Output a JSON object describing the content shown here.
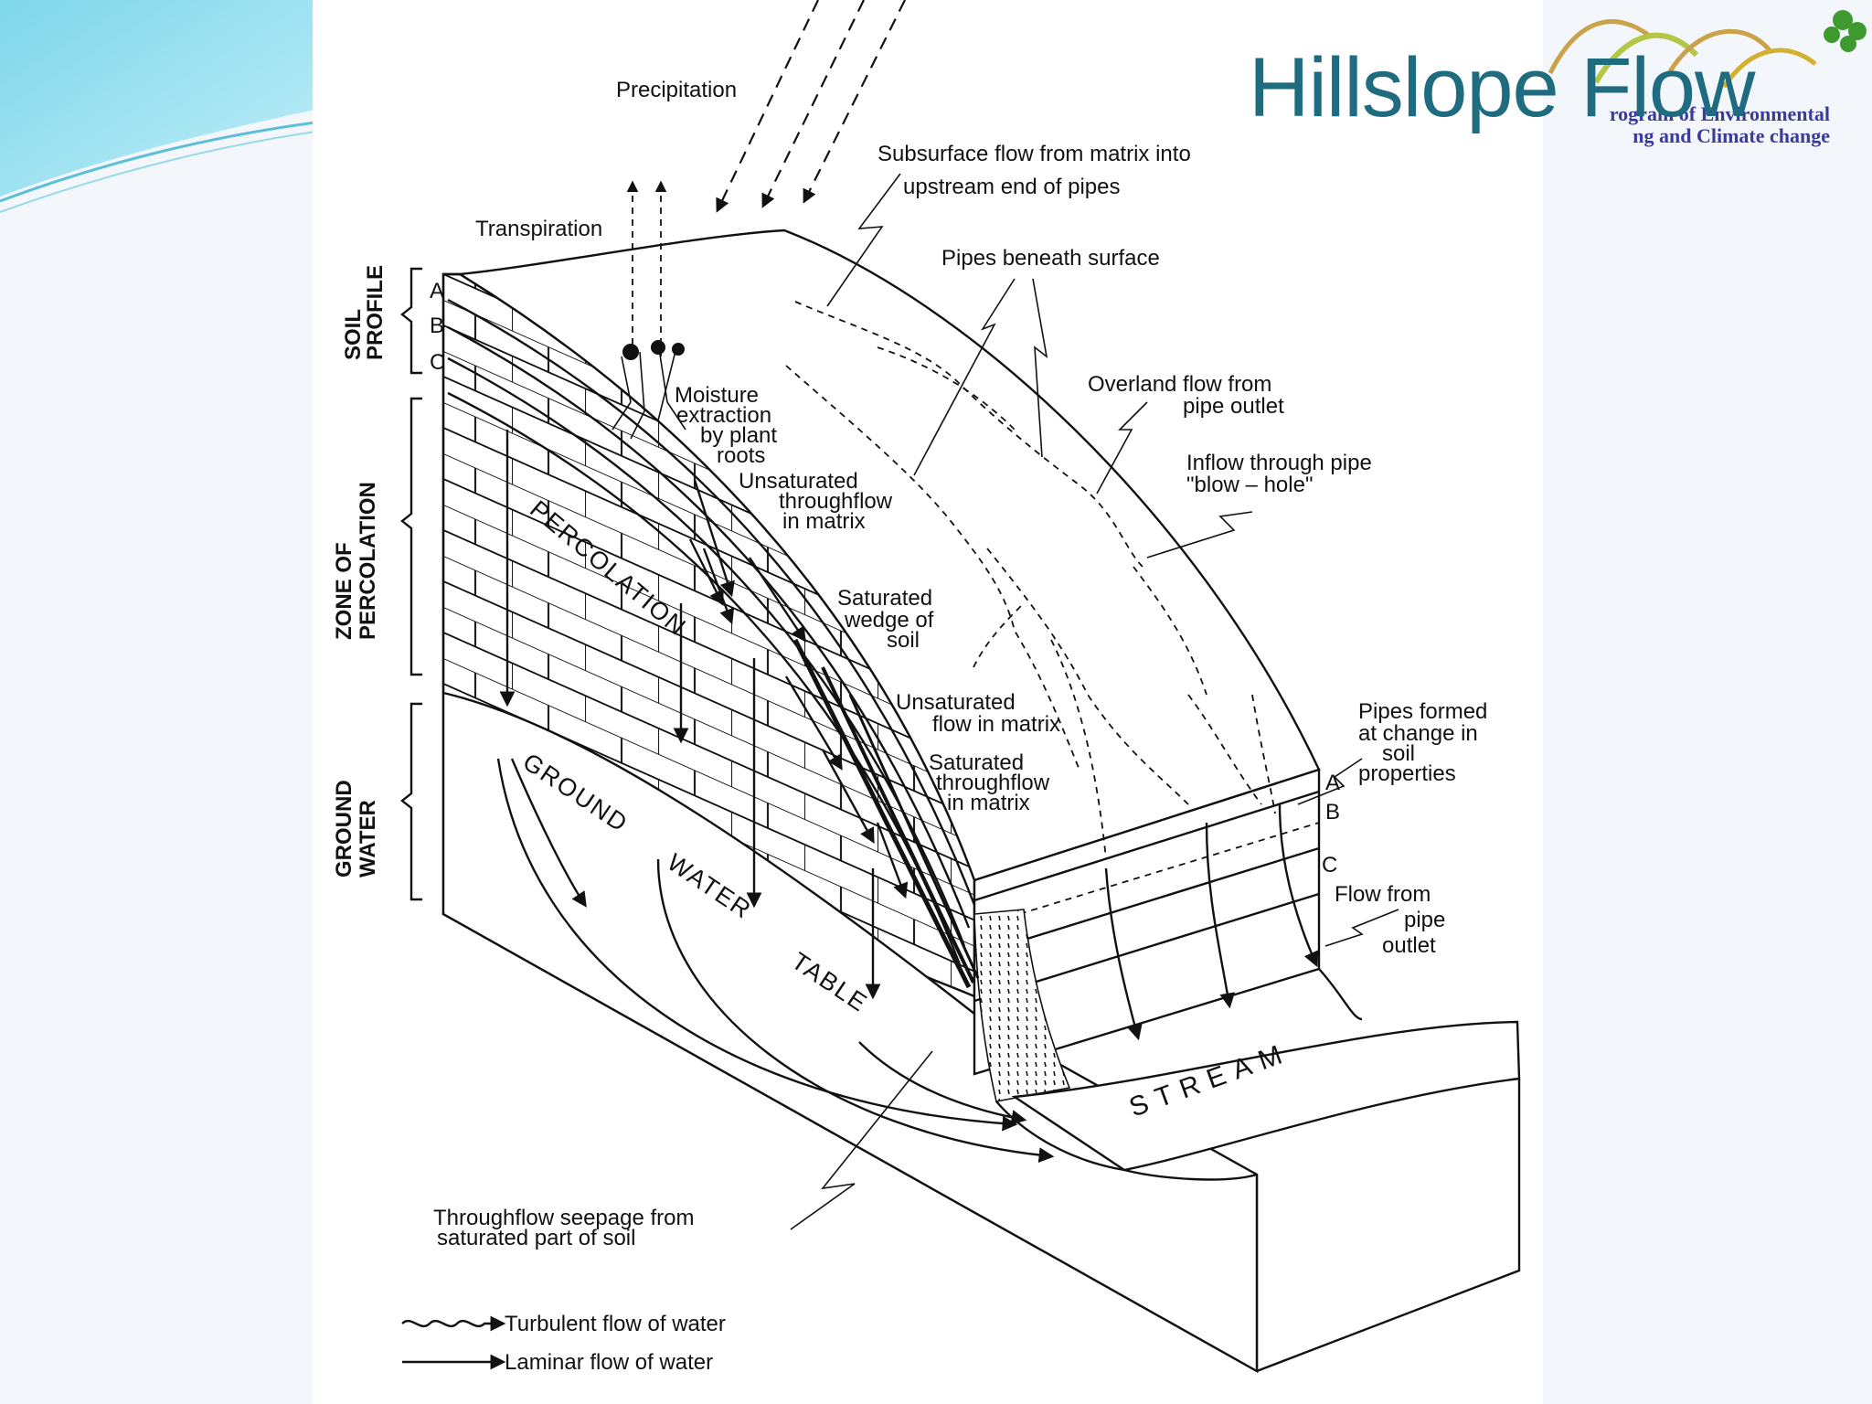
{
  "slide": {
    "title": "Hillslope Flow"
  },
  "logo": {
    "line1": "rogram of Environmental",
    "line2": "ng and Climate change"
  },
  "diagram": {
    "labels": {
      "precipitation": "Precipitation",
      "transpiration": "Transpiration",
      "subsurface_1": "Subsurface  flow  from  matrix  into",
      "subsurface_2": "upstream  end  of  pipes",
      "pipes_beneath": "Pipes  beneath  surface",
      "overland_1": "Overland  flow  from",
      "overland_2": "pipe  outlet",
      "inflow_1": "Inflow  through  pipe",
      "inflow_2": "\"blow – hole\"",
      "moisture_1": "Moisture",
      "moisture_2": "extraction",
      "moisture_3": "by  plant",
      "moisture_4": "roots",
      "unsat_through_1": "Unsaturated",
      "unsat_through_2": "throughflow",
      "unsat_through_3": "in  matrix",
      "percolation": "PERCOLATION",
      "sat_wedge_1": "Saturated",
      "sat_wedge_2": "wedge  of",
      "sat_wedge_3": "soil",
      "unsat_flow_1": "Unsaturated",
      "unsat_flow_2": "flow  in  matrix",
      "sat_through_1": "Saturated",
      "sat_through_2": "throughflow",
      "sat_through_3": "in  matrix",
      "pipes_formed_1": "Pipes  formed",
      "pipes_formed_2": "at  change  in",
      "pipes_formed_3": "soil",
      "pipes_formed_4": "properties",
      "flow_outlet_1": "Flow  from",
      "flow_outlet_2": "pipe",
      "flow_outlet_3": "outlet",
      "ground": "GROUND",
      "water": "WATER",
      "table": "TABLE",
      "stream": "STREAM",
      "seepage_1": "Throughflow  seepage  from",
      "seepage_2": "saturated  part  of  soil",
      "horizon_a": "A",
      "horizon_b": "B",
      "horizon_c": "C",
      "right_a": "A",
      "right_b": "B",
      "right_c": "C"
    },
    "zones": {
      "soil_profile_1": "SOIL",
      "soil_profile_2": "PROFILE",
      "percolation_1": "ZONE  OF",
      "percolation_2": "PERCOLATION",
      "ground_1": "GROUND",
      "ground_2": "WATER"
    },
    "legend": {
      "turbulent": "Turbulent   flow   of   water",
      "laminar": "Laminar   flow   of   water"
    }
  }
}
